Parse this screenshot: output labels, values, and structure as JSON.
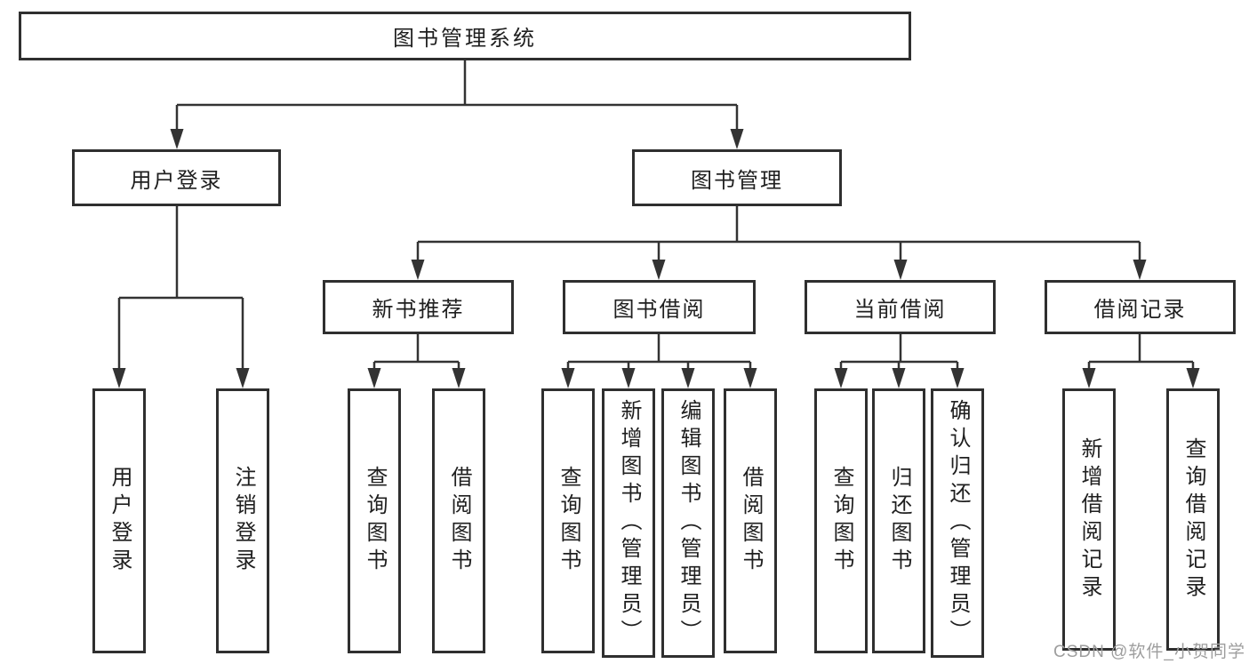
{
  "tree": {
    "root": {
      "label": "图书管理系统"
    },
    "user_login": {
      "label": "用户登录",
      "children": [
        {
          "label": "用户登录"
        },
        {
          "label": "注销登录"
        }
      ]
    },
    "book_mgmt": {
      "label": "图书管理",
      "children": [
        {
          "label": "新书推荐",
          "children": [
            {
              "label": "查询图书"
            },
            {
              "label": "借阅图书"
            }
          ]
        },
        {
          "label": "图书借阅",
          "children": [
            {
              "label": "查询图书"
            },
            {
              "label": "新增图书（管理员）"
            },
            {
              "label": "编辑图书（管理员）"
            },
            {
              "label": "借阅图书"
            }
          ]
        },
        {
          "label": "当前借阅",
          "children": [
            {
              "label": "查询图书"
            },
            {
              "label": "归还图书"
            },
            {
              "label": "确认归还（管理员）"
            }
          ]
        },
        {
          "label": "借阅记录",
          "children": [
            {
              "label": "新增借阅记录"
            },
            {
              "label": "查询借阅记录"
            }
          ]
        }
      ]
    }
  },
  "watermark": {
    "text": "CSDN @软件_小贺同学",
    "color": "#9e9e9e"
  },
  "colors": {
    "line": "#333333",
    "box_border": "#2f2f2f",
    "box_fill": "#ffffff",
    "text": "#1f1f1f",
    "background": "#ffffff"
  }
}
